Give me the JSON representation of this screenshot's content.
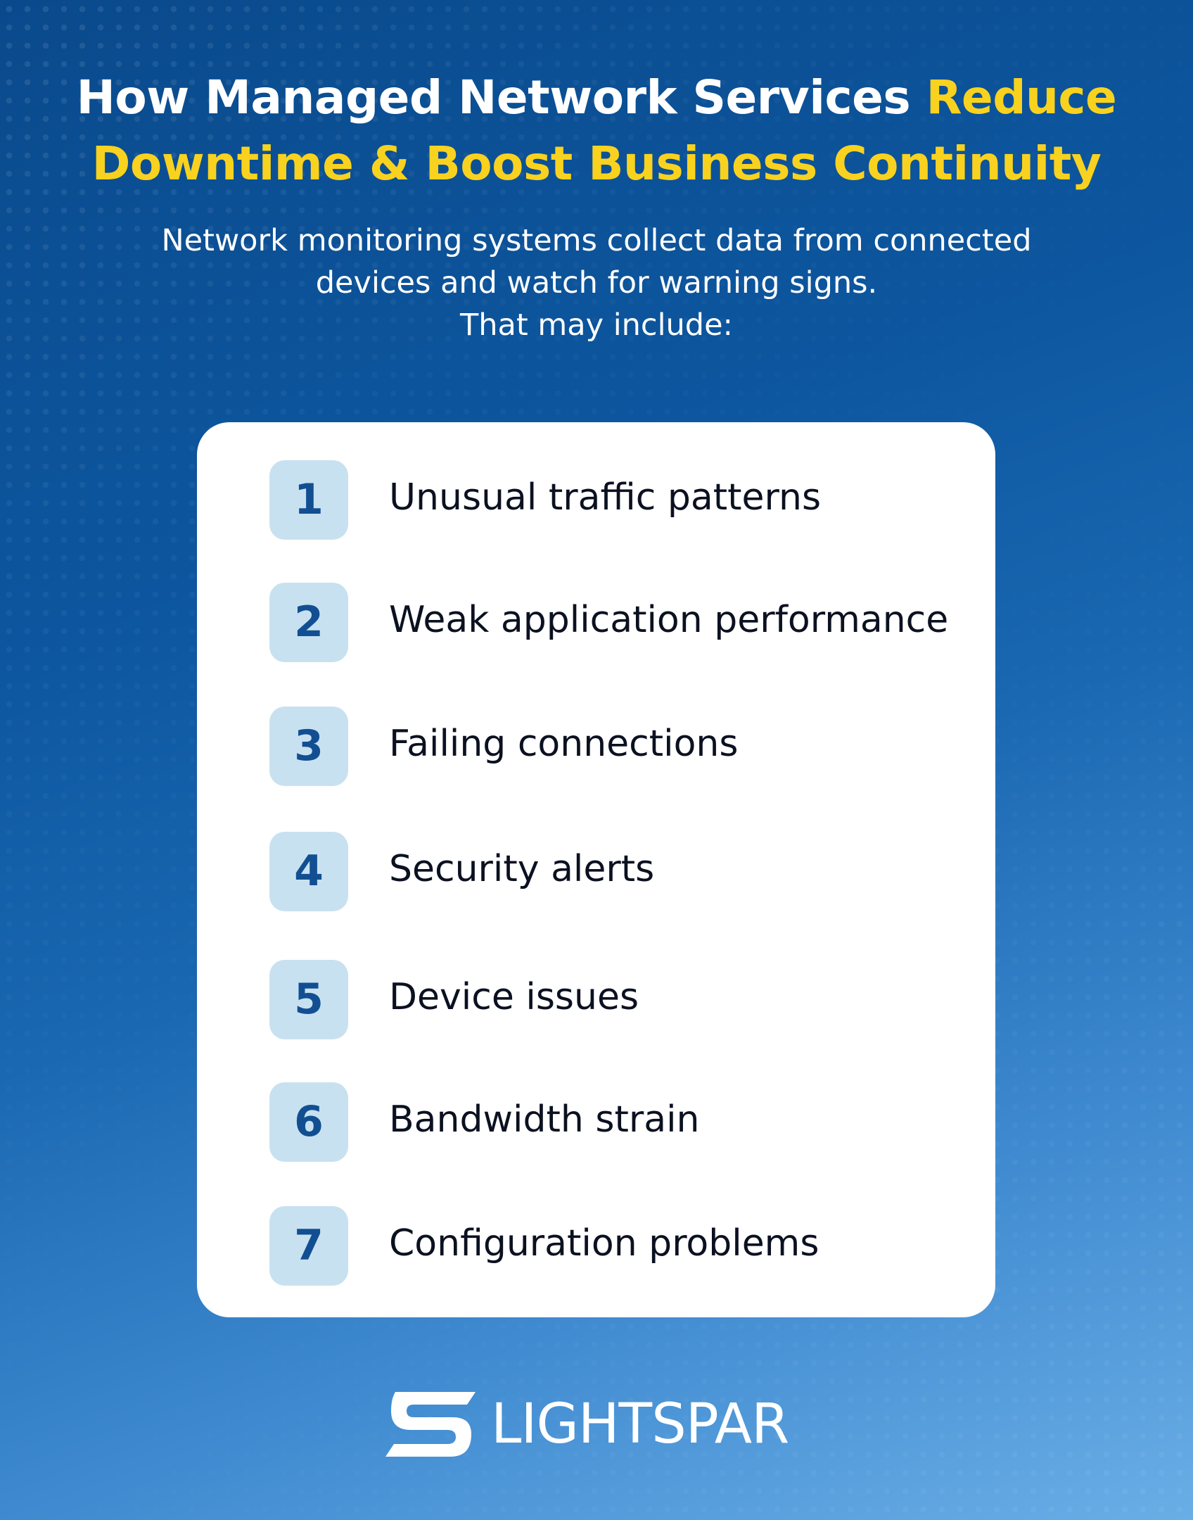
{
  "title": {
    "line1_white": "How Managed Network Services",
    "line1_yellow": "Reduce",
    "line2_yellow": "Downtime & Boost Business Continuity"
  },
  "intro": {
    "line1": "Network monitoring systems collect data from connected",
    "line2": "devices and watch for warning signs.",
    "line3": "That may include:"
  },
  "items": [
    {
      "number": "1",
      "label": "Unusual traffic patterns"
    },
    {
      "number": "2",
      "label": "Weak application performance"
    },
    {
      "number": "3",
      "label": "Failing connections"
    },
    {
      "number": "4",
      "label": "Security alerts"
    },
    {
      "number": "5",
      "label": "Device issues"
    },
    {
      "number": "6",
      "label": "Bandwidth strain"
    },
    {
      "number": "7",
      "label": "Configuration problems"
    }
  ],
  "logo": {
    "icon": "lightspar-s-icon",
    "text": "LIGHTSPAR"
  },
  "colors": {
    "accent_yellow": "#f8d21f",
    "number_text": "#124f92",
    "number_badge": "#c8e1f0",
    "background_dark": "#0a4a8c",
    "background_light": "#6aaee6"
  }
}
